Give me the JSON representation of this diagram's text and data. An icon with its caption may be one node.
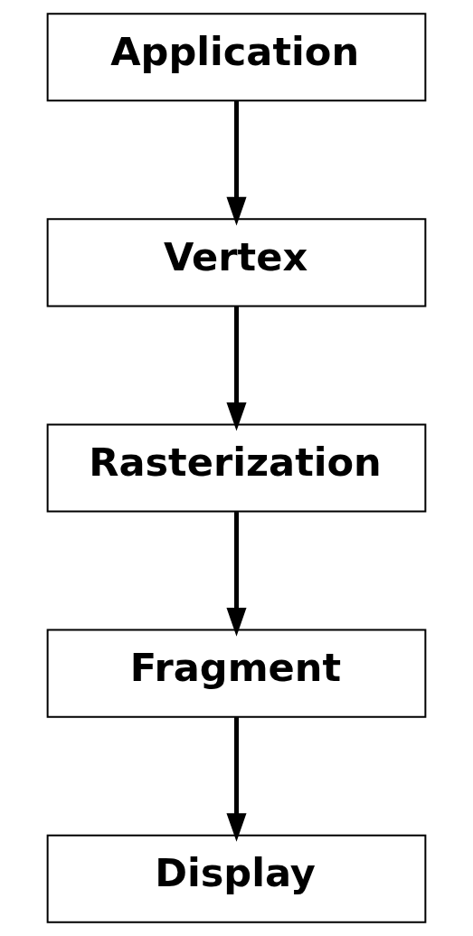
{
  "diagram": {
    "nodes": [
      {
        "text": [
          "Application"
        ]
      },
      {
        "text": [
          "Vertex"
        ]
      },
      {
        "text": [
          "Rasterization"
        ]
      },
      {
        "text": [
          "Fragment"
        ]
      },
      {
        "text": [
          "Display"
        ]
      }
    ],
    "edges": [
      {
        "from": 0,
        "to": 1,
        "arrow": "to"
      },
      {
        "from": 1,
        "to": 2,
        "arrow": "to"
      },
      {
        "from": 2,
        "to": 3,
        "arrow": "to"
      },
      {
        "from": 3,
        "to": 4,
        "arrow": "to"
      }
    ]
  }
}
